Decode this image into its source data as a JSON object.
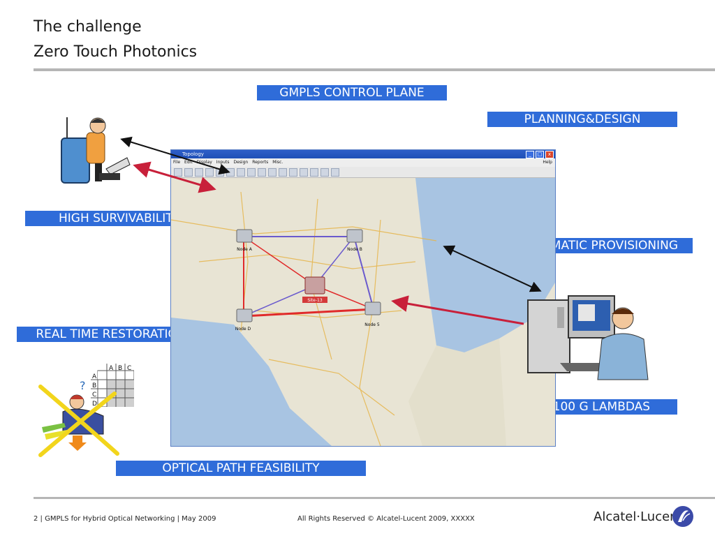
{
  "slide": {
    "title_line1": "The challenge",
    "title_line2": "Zero Touch Photonics"
  },
  "labels": {
    "gmpls": "GMPLS CONTROL PLANE",
    "planning": "PLANNING&DESIGN",
    "survivability": "HIGH SURVIVABILITY",
    "provisioning": "AUTOMATIC PROVISIONING",
    "restoration": "REAL TIME RESTORATION",
    "lambdas": "10/40/100 G LAMBDAS",
    "feasibility": "OPTICAL PATH FEASIBILITY"
  },
  "window": {
    "title": "Topology",
    "menu": [
      "File",
      "Edit",
      "Display",
      "Inputs",
      "Design",
      "Reports",
      "Misc."
    ],
    "help": "Help",
    "nodes": [
      {
        "label": "Node A"
      },
      {
        "label": "Node B"
      },
      {
        "label": "Site-13"
      },
      {
        "label": "Node D"
      },
      {
        "label": "Node 5"
      }
    ]
  },
  "grid": {
    "cols": [
      "A",
      "B",
      "C",
      "D"
    ],
    "rows": [
      "A",
      "B",
      "C",
      "D"
    ]
  },
  "footer": {
    "left": "2 | GMPLS for Hybrid Optical Networking | May 2009",
    "center": "All Rights Reserved © Alcatel-Lucent 2009, XXXXX",
    "logo": "Alcatel·Lucent"
  },
  "colors": {
    "label_bg": "#2f6cd9",
    "arrow_red": "#c8203a",
    "rule_gray": "#b5b5b5"
  }
}
